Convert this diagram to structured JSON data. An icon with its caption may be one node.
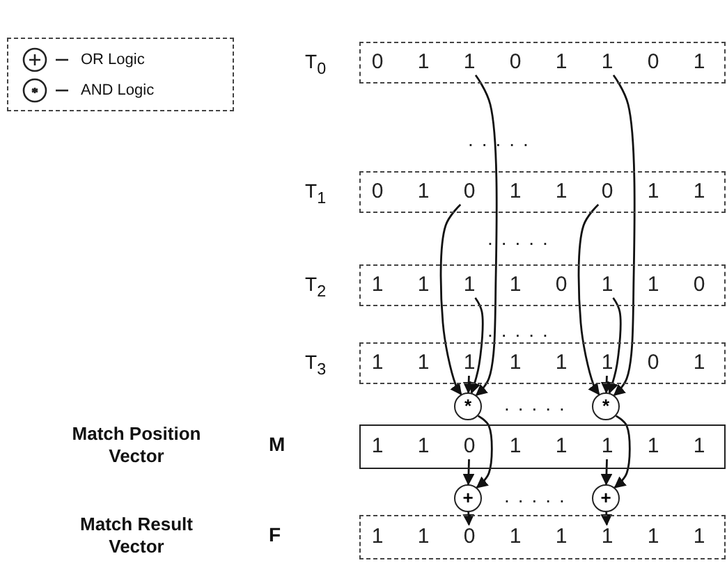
{
  "diagram": {
    "nodes": [
      {
        "text": [
          "T$_{0}$"
        ]
      },
      {
        "text": [
          "0"
        ],
        "in": 0
      },
      {
        "text": [
          "1"
        ],
        "in": 0
      },
      {
        "text": [
          "1"
        ],
        "in": 0
      },
      {
        "text": [
          "0"
        ],
        "in": 0
      },
      {
        "text": [
          "1"
        ],
        "in": 0
      },
      {
        "text": [
          "1"
        ],
        "in": 0
      },
      {
        "text": [
          "0"
        ],
        "in": 0
      },
      {
        "text": [
          "1"
        ],
        "in": 0
      },
      {
        "text": [
          "T$_{1}$"
        ]
      },
      {
        "text": [
          "0"
        ],
        "in": 9
      },
      {
        "text": [
          "1"
        ],
        "in": 9
      },
      {
        "text": [
          "0"
        ],
        "in": 9
      },
      {
        "text": [
          "1"
        ],
        "in": 9
      },
      {
        "text": [
          "1"
        ],
        "in": 9
      },
      {
        "text": [
          "0"
        ],
        "in": 9
      },
      {
        "text": [
          "1"
        ],
        "in": 9
      },
      {
        "text": [
          "1"
        ],
        "in": 9
      },
      {
        "text": [
          "T$_{2}$"
        ]
      },
      {
        "text": [
          "1"
        ],
        "in": 18
      },
      {
        "text": [
          "1"
        ],
        "in": 18
      },
      {
        "text": [
          "1"
        ],
        "in": 18
      },
      {
        "text": [
          "1"
        ],
        "in": 18
      },
      {
        "text": [
          "0"
        ],
        "in": 18
      },
      {
        "text": [
          "1"
        ],
        "in": 18
      },
      {
        "text": [
          "1"
        ],
        "in": 18
      },
      {
        "text": [
          "0"
        ],
        "in": 18
      },
      {
        "text": [
          "T$_{3}$"
        ]
      },
      {
        "text": [
          "1"
        ],
        "in": 27
      },
      {
        "text": [
          "1"
        ],
        "in": 27
      },
      {
        "text": [
          "1"
        ],
        "in": 27
      },
      {
        "text": [
          "1"
        ],
        "in": 27
      },
      {
        "text": [
          "1"
        ],
        "in": 27
      },
      {
        "text": [
          "1"
        ],
        "in": 27
      },
      {
        "text": [
          "0"
        ],
        "in": 27
      },
      {
        "text": [
          "1"
        ],
        "in": 27
      },
      {
        "text": [
          "*"
        ]
      },
      {
        "text": [
          "*"
        ]
      },
      {
        "text": [
          "M"
        ]
      },
      {
        "text": [
          "1"
        ],
        "in": 38
      },
      {
        "text": [
          "1"
        ],
        "in": 38
      },
      {
        "text": [
          "0"
        ],
        "in": 38
      },
      {
        "text": [
          "1"
        ],
        "in": 38
      },
      {
        "text": [
          "1"
        ],
        "in": 38
      },
      {
        "text": [
          "1"
        ],
        "in": 38
      },
      {
        "text": [
          "1"
        ],
        "in": 38
      },
      {
        "text": [
          "1"
        ],
        "in": 38
      },
      {
        "text": [
          "+"
        ]
      },
      {
        "text": [
          "+"
        ]
      },
      {
        "text": [
          "F"
        ]
      },
      {
        "text": [
          "1"
        ],
        "in": 49
      },
      {
        "text": [
          "1"
        ],
        "in": 49
      },
      {
        "text": [
          "0"
        ],
        "in": 49
      },
      {
        "text": [
          "1"
        ],
        "in": 49
      },
      {
        "text": [
          "1"
        ],
        "in": 49
      },
      {
        "text": [
          "1"
        ],
        "in": 49
      },
      {
        "text": [
          "1"
        ],
        "in": 49
      },
      {
        "text": [
          "1"
        ],
        "in": 49
      }
    ],
    "edges": [
      {
        "from": 3,
        "to": 36,
        "arrow": "to"
      },
      {
        "from": 12,
        "to": 36,
        "arrow": "to"
      },
      {
        "from": 21,
        "to": 36,
        "arrow": "to"
      },
      {
        "from": 30,
        "to": 36,
        "arrow": "to"
      },
      {
        "from": 6,
        "to": 37,
        "arrow": "to"
      },
      {
        "from": 15,
        "to": 37,
        "arrow": "to"
      },
      {
        "from": 24,
        "to": 37,
        "arrow": "to"
      },
      {
        "from": 33,
        "to": 37,
        "arrow": "to"
      },
      {
        "from": 36,
        "to": 47,
        "arrow": "to"
      },
      {
        "from": 41,
        "to": 47,
        "arrow": "to"
      },
      {
        "from": 47,
        "to": 52,
        "arrow": "to"
      },
      {
        "from": 37,
        "to": 48,
        "arrow": "to"
      },
      {
        "from": 44,
        "to": 48,
        "arrow": "to"
      },
      {
        "from": 48,
        "to": 55,
        "arrow": "to"
      }
    ],
    "labels": [
      ".....",
      ".....",
      ".....",
      ".....",
      "Match Position Vector",
      ".....",
      "Match Result Vector"
    ],
    "legend": [
      {
        "text": "OR Logic"
      },
      {
        "text": "AND Logic"
      }
    ]
  }
}
